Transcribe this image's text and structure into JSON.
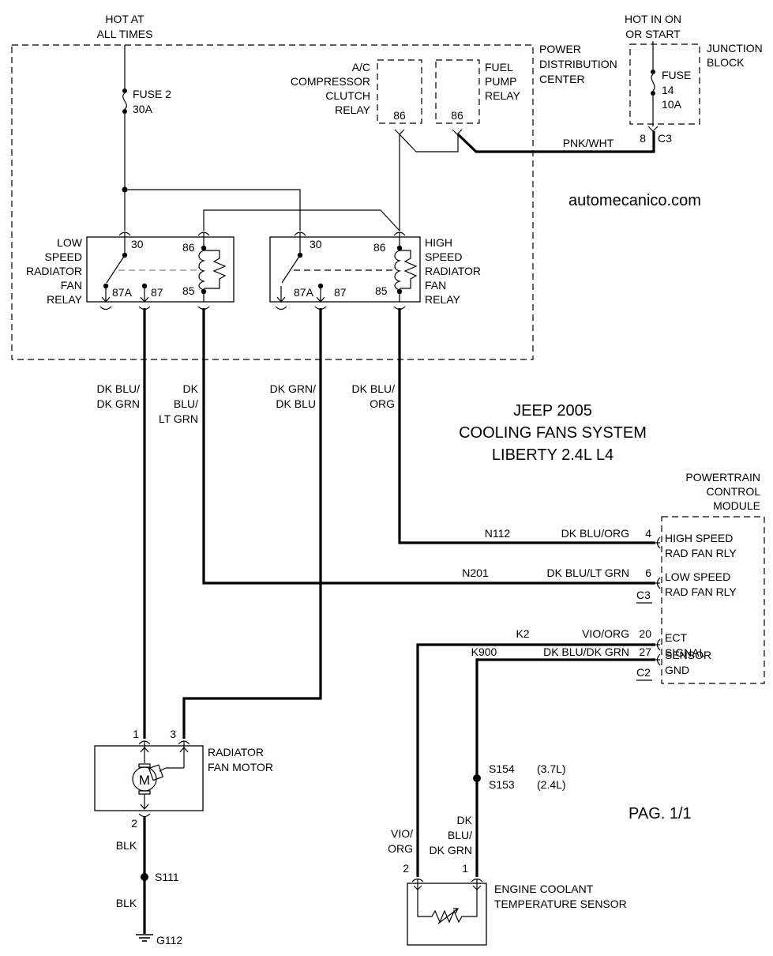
{
  "header": {
    "hot_at_all_times": [
      "HOT AT",
      "ALL TIMES"
    ],
    "hot_in_on": [
      "HOT IN ON",
      "OR START"
    ]
  },
  "power_distribution_center": {
    "label": [
      "POWER",
      "DISTRIBUTION",
      "CENTER"
    ],
    "fuse": {
      "name": "FUSE 2",
      "rating": "30A"
    },
    "ac_relay": {
      "label": [
        "A/C",
        "COMPRESSOR",
        "CLUTCH",
        "RELAY"
      ],
      "pin": "86"
    },
    "fuel_relay": {
      "label": [
        "FUEL",
        "PUMP",
        "RELAY"
      ],
      "pin": "86"
    },
    "low_relay": {
      "label": [
        "LOW",
        "SPEED",
        "RADIATOR",
        "FAN",
        "RELAY"
      ],
      "pins": {
        "p30": "30",
        "p86": "86",
        "p87a": "87A",
        "p87": "87",
        "p85": "85"
      }
    },
    "high_relay": {
      "label": [
        "HIGH",
        "SPEED",
        "RADIATOR",
        "FAN",
        "RELAY"
      ],
      "pins": {
        "p30": "30",
        "p86": "86",
        "p87a": "87A",
        "p87": "87",
        "p85": "85"
      }
    }
  },
  "junction_block": {
    "label": [
      "JUNCTION",
      "BLOCK"
    ],
    "fuse": [
      "FUSE",
      "14",
      "10A"
    ],
    "pin": "8",
    "connector": "C3",
    "wire": "PNK/WHT"
  },
  "watermark": "automecanico.com",
  "title": [
    "JEEP 2005",
    "COOLING FANS SYSTEM",
    "LIBERTY 2.4L L4"
  ],
  "wires": {
    "w1": [
      "DK BLU/",
      "DK GRN"
    ],
    "w2": [
      "DK",
      "BLU/",
      "LT GRN"
    ],
    "w3": [
      "DK GRN/",
      "DK BLU"
    ],
    "w4": [
      "DK BLU/",
      "ORG"
    ],
    "n112": {
      "circuit": "N112",
      "color": "DK BLU/ORG",
      "pin": "4"
    },
    "n201": {
      "circuit": "N201",
      "color": "DK BLU/LT GRN",
      "pin": "6",
      "connector": "C3"
    },
    "k2": {
      "circuit": "K2",
      "color": "VIO/ORG",
      "pin": "20"
    },
    "k900": {
      "circuit": "K900",
      "color": "DK BLU/DK GRN",
      "pin": "27",
      "connector": "C2"
    },
    "blk": "BLK",
    "vio_org": [
      "VIO/",
      "ORG"
    ],
    "sensor_feed": [
      "DK",
      "BLU/",
      "DK GRN"
    ]
  },
  "pcm": {
    "label": [
      "POWERTRAIN",
      "CONTROL",
      "MODULE"
    ],
    "high_speed": [
      "HIGH SPEED",
      "RAD FAN RLY"
    ],
    "low_speed": [
      "LOW SPEED",
      "RAD FAN RLY"
    ],
    "ect": [
      "ECT",
      "SIGNAL"
    ],
    "sensor_gnd": [
      "SENSOR",
      "GND"
    ]
  },
  "motor": {
    "label": [
      "RADIATOR",
      "FAN MOTOR"
    ],
    "symbol": "M",
    "pin1": "1",
    "pin2": "2",
    "pin3": "3"
  },
  "splices": {
    "s154": {
      "name": "S154",
      "engine": "(3.7L)"
    },
    "s153": {
      "name": "S153",
      "engine": "(2.4L)"
    },
    "s111": "S111",
    "ground": "G112"
  },
  "ect_sensor": {
    "label": [
      "ENGINE COOLANT",
      "TEMPERATURE SENSOR"
    ],
    "pin2": "2",
    "pin1": "1"
  },
  "page": "PAG. 1/1"
}
